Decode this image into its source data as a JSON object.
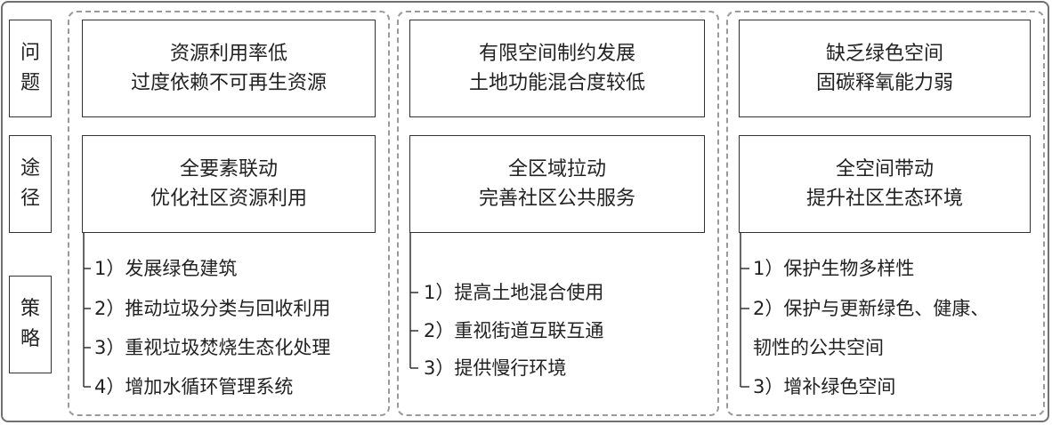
{
  "row_labels": [
    [
      "问",
      "题"
    ],
    [
      "途",
      "径"
    ],
    [
      "策",
      "略"
    ]
  ],
  "columns": [
    {
      "problem": [
        "资源利用率低",
        "过度依赖不可再生资源"
      ],
      "approach": [
        "全要素联动",
        "优化社区资源利用"
      ],
      "strategies": [
        "1）发展绿色建筑",
        "2）推动垃圾分类与回收利用",
        "3）重视垃圾焚烧生态化处理",
        "4）增加水循环管理系统"
      ]
    },
    {
      "problem": [
        "有限空间制约发展",
        "土地功能混合度较低"
      ],
      "approach": [
        "全区域拉动",
        "完善社区公共服务"
      ],
      "strategies": [
        "1）提高土地混合使用",
        "2）重视街道互联互通",
        "3）提供慢行环境"
      ]
    },
    {
      "problem": [
        "缺乏绿色空间",
        "固碳释氧能力弱"
      ],
      "approach": [
        "全空间带动",
        "提升社区生态环境"
      ],
      "strategies": [
        "1）保护生物多样性",
        "2）保护与更新绿色、健康、",
        "韧性的公共空间",
        "3）增补绿色空间"
      ]
    }
  ]
}
